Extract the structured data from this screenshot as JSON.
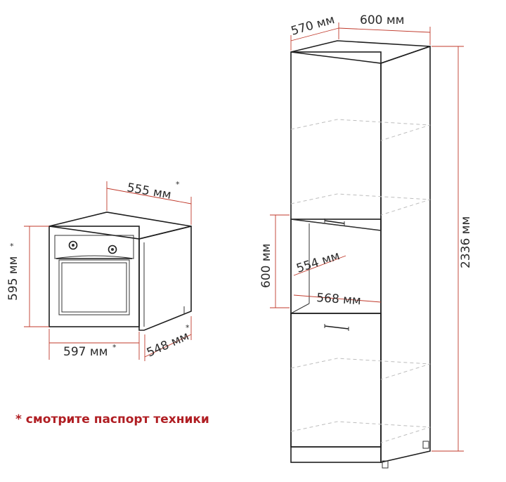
{
  "oven": {
    "depth_label": "555 мм",
    "height_label": "595 мм",
    "width_label": "597 мм",
    "depth2_label": "548 мм",
    "asterisk": "*"
  },
  "cabinet": {
    "depth_label": "570 мм",
    "width_label": "600 мм",
    "height_label": "2336 мм",
    "niche_height_label": "600 мм",
    "niche_depth_label": "554 мм",
    "niche_width_label": "568 мм"
  },
  "footnote": "* смотрите паспорт техники",
  "colors": {
    "dimension_lines": "#c0392b",
    "footnote": "#b01e23",
    "lines": "#1e1e1e"
  }
}
